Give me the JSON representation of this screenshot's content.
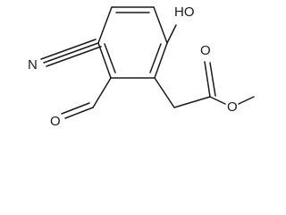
{
  "molecule": {
    "labels": {
      "hydroxyl": "HO",
      "nitrile_nitrogen": "N",
      "aldehyde_oxygen": "O",
      "ester_carbonyl_oxygen": "O",
      "ester_ether_oxygen": "O"
    }
  },
  "colors": {
    "bond": "#1a1a1a",
    "label": "#1a1a1a",
    "background": "#ffffff"
  }
}
